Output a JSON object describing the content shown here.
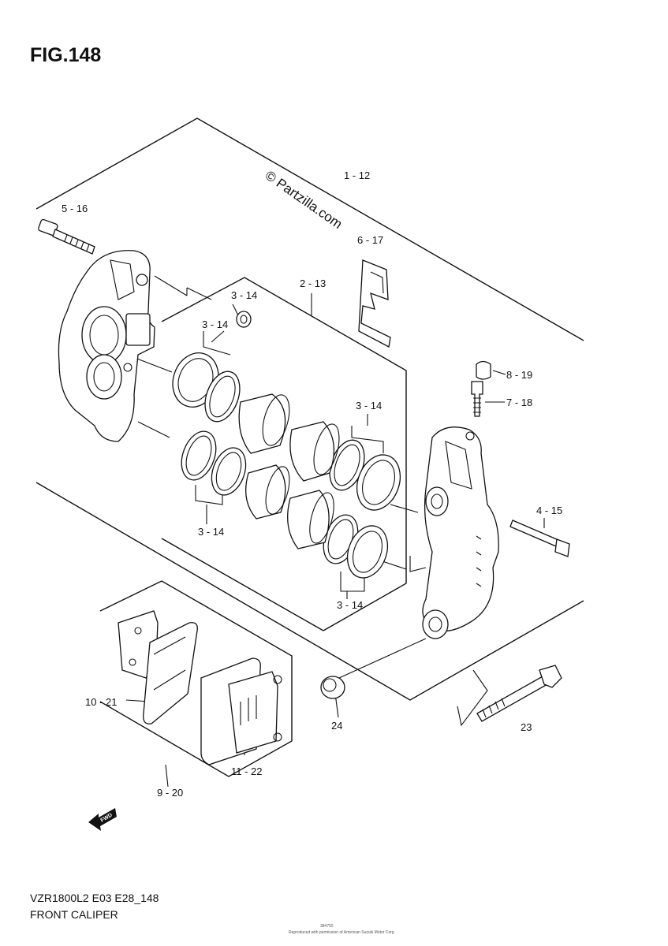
{
  "figure": {
    "title": "FIG.148"
  },
  "watermark": "© Partzilla.com",
  "labels": {
    "l_1_12": "1 - 12",
    "l_5_16": "5 - 16",
    "l_6_17": "6 - 17",
    "l_2_13": "2 - 13",
    "l_3_14_a": "3 - 14",
    "l_3_14_b": "3 - 14",
    "l_3_14_c": "3 - 14",
    "l_3_14_d": "3 - 14",
    "l_3_14_e": "3 - 14",
    "l_8_19": "8 - 19",
    "l_7_18": "7 - 18",
    "l_4_15": "4 - 15",
    "l_10_21": "10 - 21",
    "l_11_22": "11 - 22",
    "l_9_20": "9 - 20",
    "l_24": "24",
    "l_23": "23"
  },
  "direction_arrow": "FWD",
  "footer": {
    "model": "VZR1800L2 E03 E28_148",
    "name": "FRONT CALIPER",
    "small_id": "384755",
    "copyright": "Reproduced with permission of American Suzuki Motor Corp."
  }
}
